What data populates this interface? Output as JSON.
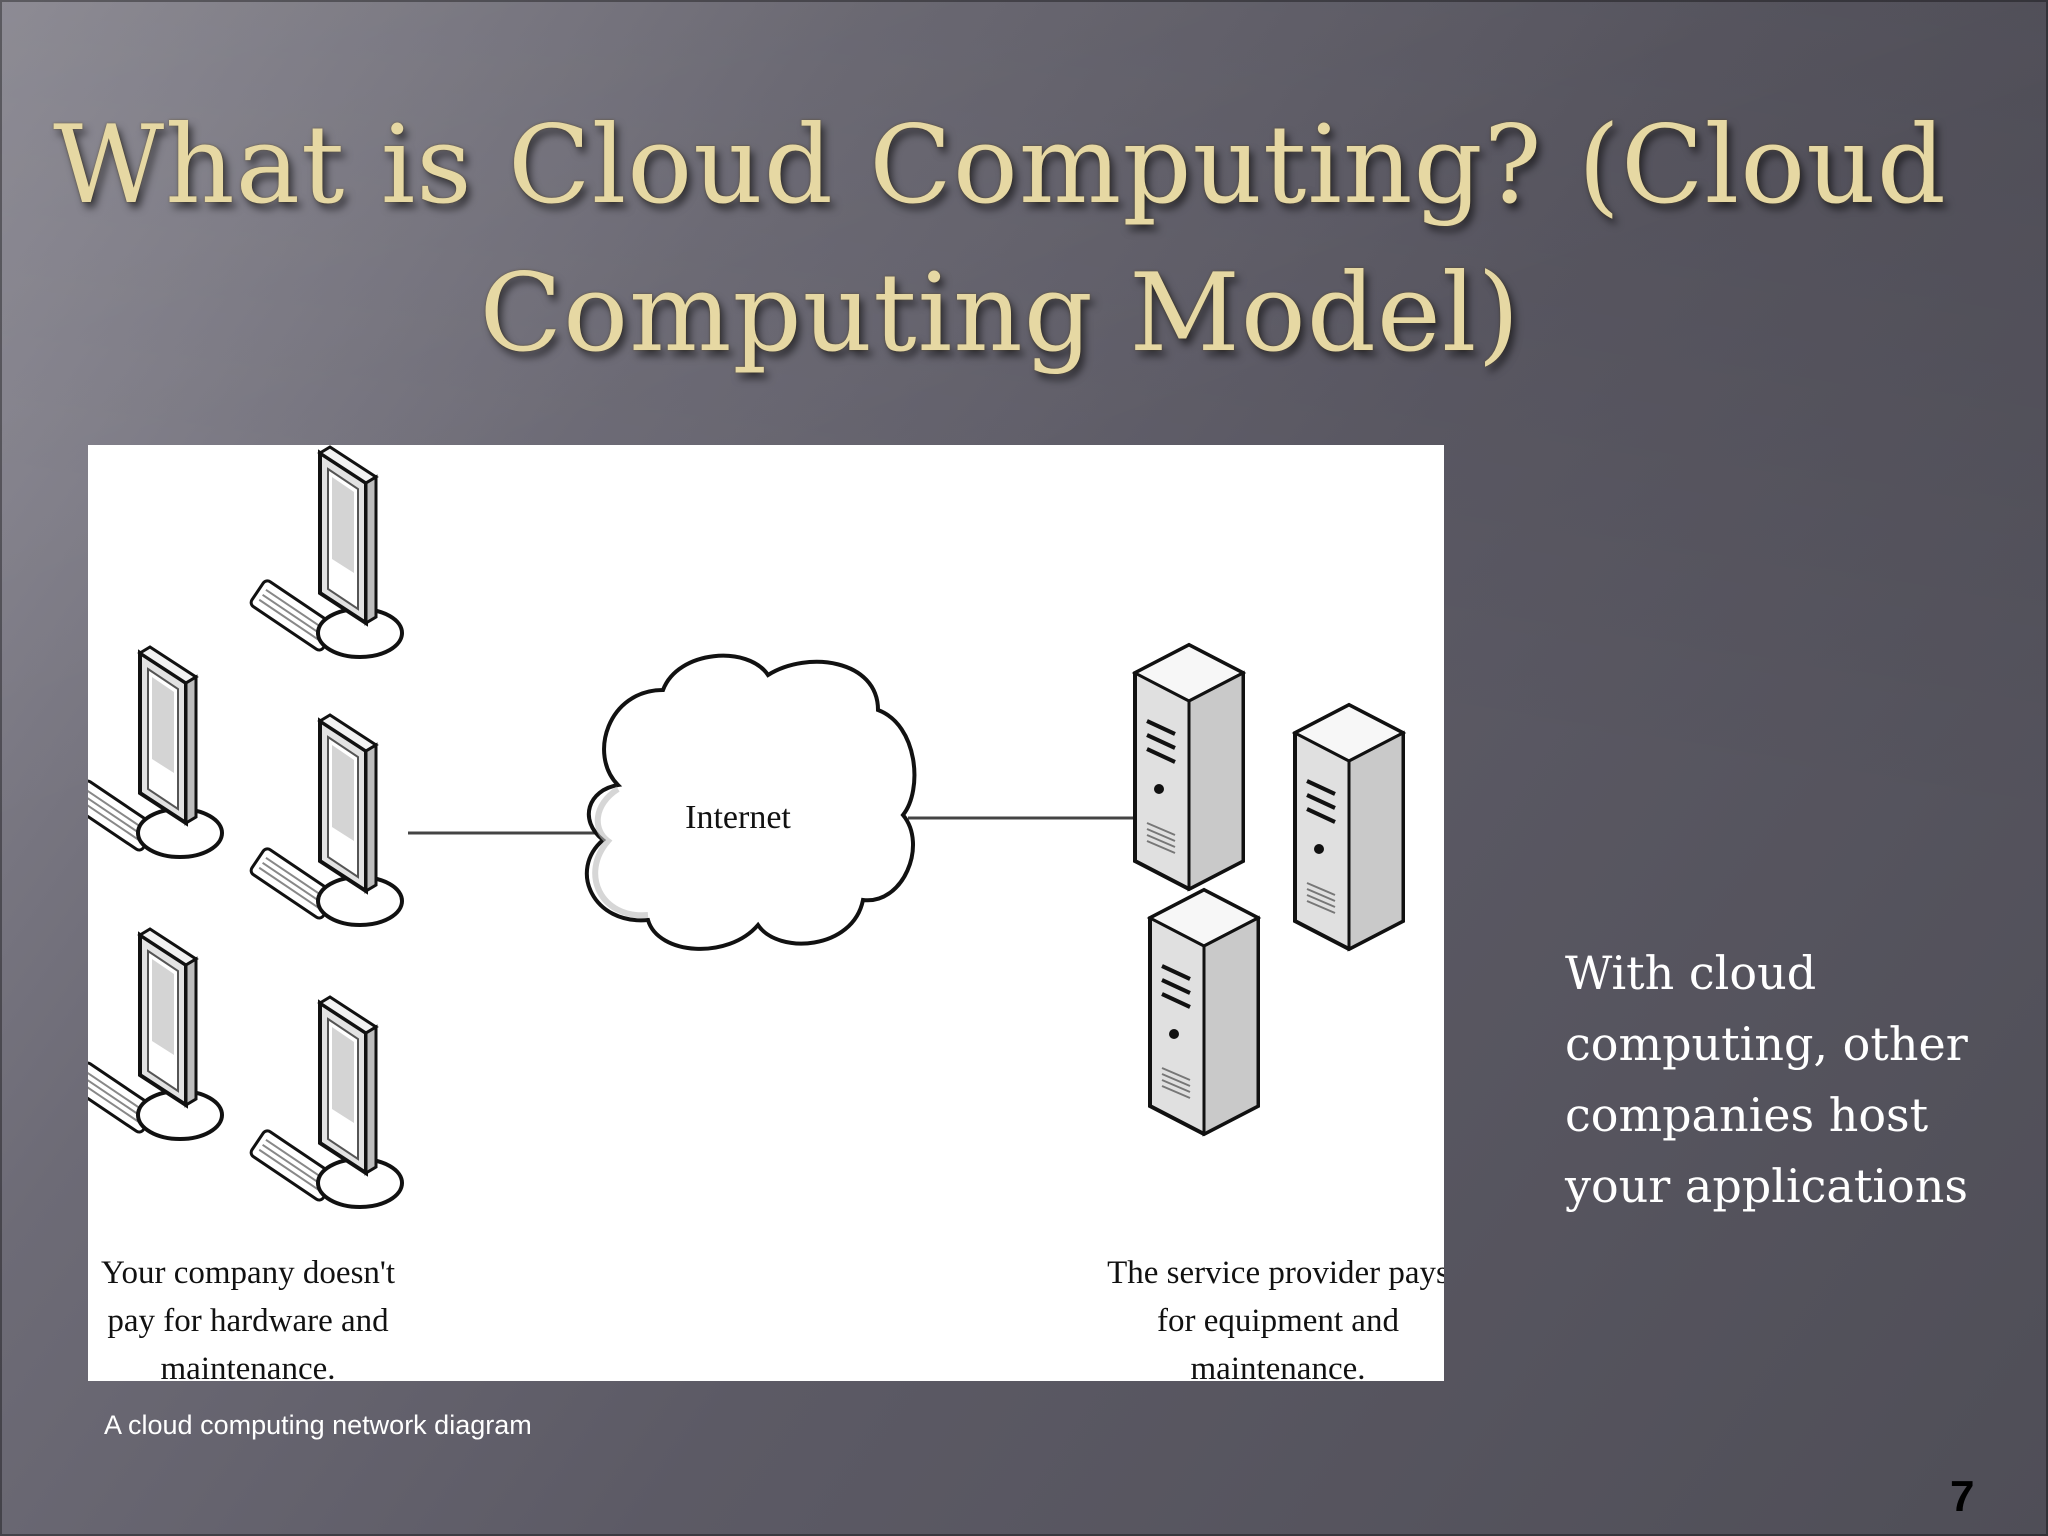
{
  "slide": {
    "title": "What is Cloud Computing? (Cloud Computing Model)",
    "side_text": "With cloud computing, other companies host your applications",
    "caption": "A cloud computing network diagram",
    "page_number": "7"
  },
  "diagram": {
    "cloud_label": "Internet",
    "left_note": [
      "Your company doesn't",
      "pay for hardware and",
      "maintenance."
    ],
    "right_note": [
      "The service provider pays",
      "for equipment and",
      "maintenance."
    ],
    "client_icon": "desktop-computer-icon",
    "server_icon": "tower-server-icon",
    "cloud_icon": "cloud-icon"
  },
  "colors": {
    "title": "#e6d8a3",
    "background": "#5c5a65",
    "body_text": "#ffffff"
  }
}
